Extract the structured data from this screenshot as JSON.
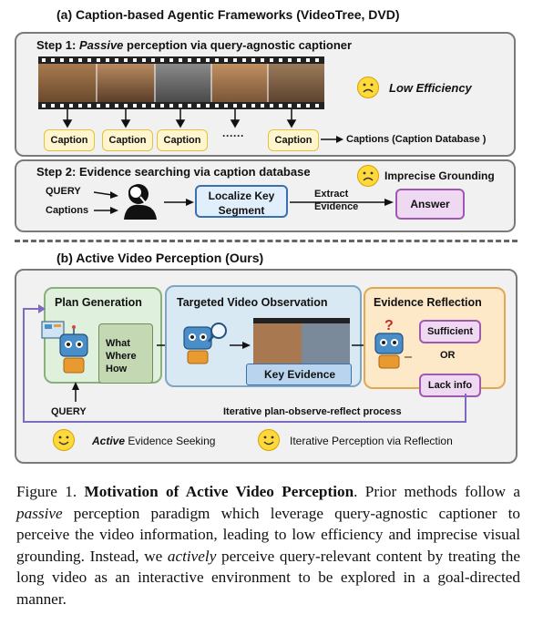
{
  "part_a": {
    "title": "(a) Caption-based Agentic Frameworks (VideoTree, DVD)",
    "step1": {
      "prefix": "Step 1: ",
      "italic": "Passive",
      "suffix": " perception via query-agnostic captioner",
      "low_efficiency": "Low Efficiency",
      "caption_label": "Caption",
      "dots": "······",
      "captions_db": "Captions (Caption Database )"
    },
    "step2": {
      "title": "Step 2: Evidence searching  via caption database",
      "imprecise": "Imprecise Grounding",
      "query": "QUERY",
      "captions": "Captions",
      "localize": "Localize Key Segment",
      "extract": "Extract Evidence",
      "answer": "Answer"
    }
  },
  "part_b": {
    "title": "(b) Active Video Perception (Ours)",
    "plan_generation": "Plan Generation",
    "what": "What",
    "where": "Where",
    "how": "How",
    "targeted": "Targeted Video Observation",
    "key_evidence": "Key Evidence",
    "evidence_reflection": "Evidence Reflection",
    "sufficient": "Sufficient",
    "or": "OR",
    "lack_info": "Lack info",
    "query": "QUERY",
    "iterative_process": "Iterative plan-observe-reflect process",
    "active_italic": "Active",
    "active_rest": " Evidence Seeking",
    "iterative_perception": "Iterative Perception via Reflection"
  },
  "caption": {
    "label": "Figure 1.",
    "bold": "Motivation of Active Video Perception",
    "text1": ". Prior methods follow a ",
    "passive": "passive",
    "text2": " perception paradigm which leverage query-agnostic captioner to perceive the video information, leading to low efficiency and imprecise visual grounding. Instead, we ",
    "actively": "actively",
    "text3": " perceive query-relevant content by treating the long video as an interactive environment to be explored in a goal-directed manner."
  },
  "colors": {
    "caption_fill": "#fff6d0",
    "blue_box": "#e1eefb",
    "purple_box": "#efd9f2",
    "plan_panel": "#dff0dd",
    "observe_panel": "#d8e9f3",
    "reflect_panel": "#fde8c8"
  }
}
